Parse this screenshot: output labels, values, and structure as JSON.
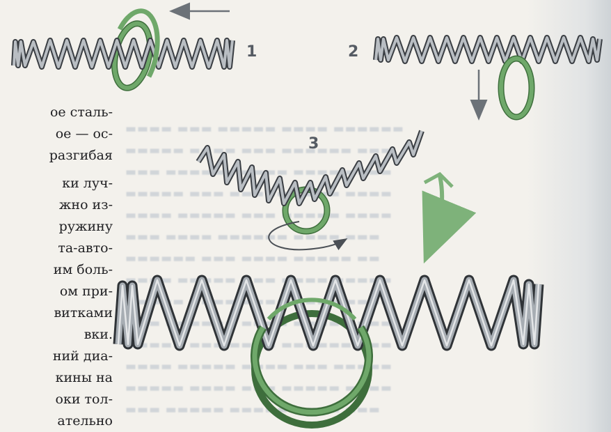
{
  "text_fragment": {
    "lines": [
      "ое сталь-",
      "ое — ос-",
      "разгибая",
      "ки луч-",
      "жно из-",
      "ружину",
      "та-авто-",
      "им боль-",
      "ом при-",
      "витками",
      "вки.",
      "ний диа-",
      "кины на",
      "оки тол-",
      "ательно"
    ]
  },
  "figure": {
    "steps": [
      "1",
      "2",
      "3"
    ],
    "colors": {
      "ring": "#6fa86a",
      "ring_dark": "#3e6e3c",
      "spring": "#8e959b",
      "spring_dark": "#3a3e43",
      "arrow": "#6c7278",
      "green_arrow": "#7eb27a"
    }
  }
}
